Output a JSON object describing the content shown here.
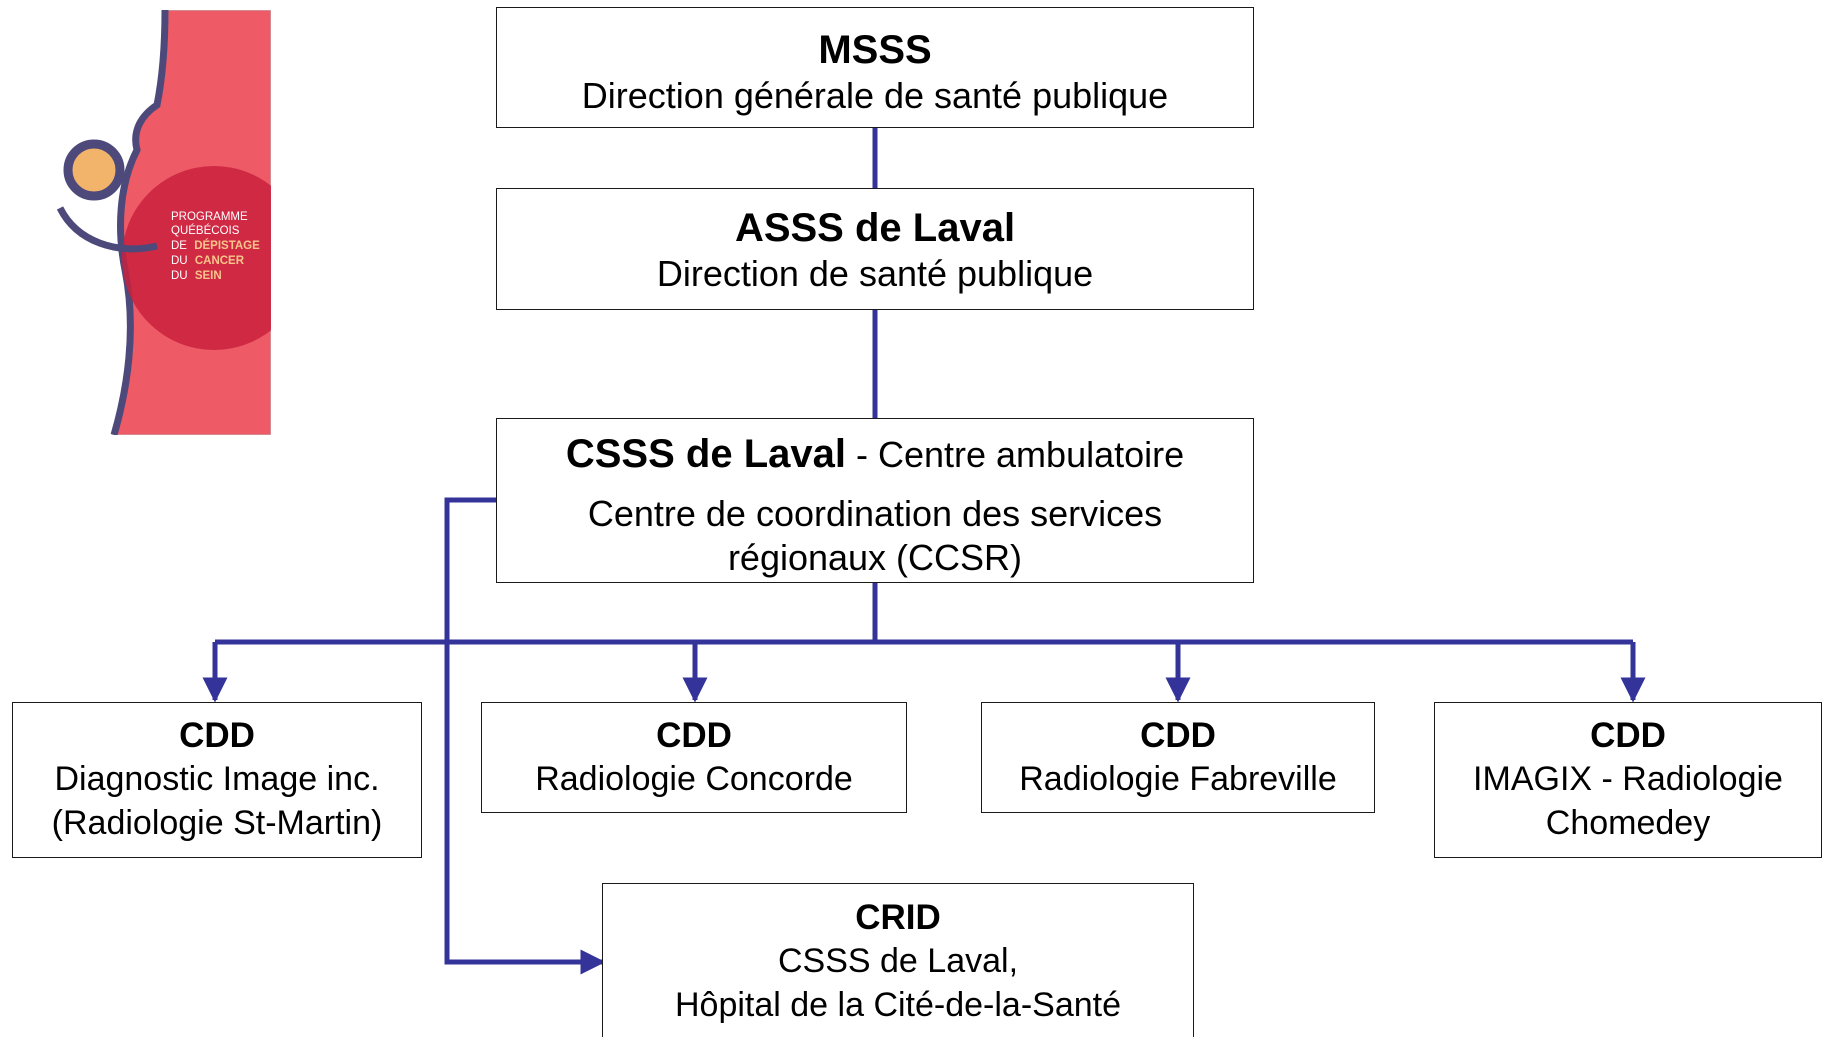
{
  "logo": {
    "lines": [
      "PROGRAMME",
      "QUÉBÉCOIS",
      "DE",
      "DÉPISTAGE",
      "DU",
      "CANCER",
      "DU",
      "SEIN"
    ]
  },
  "colors": {
    "connector": "#33339a",
    "border": "#1a1a1a",
    "logo_pink": "#ee5a66",
    "logo_red": "#c9213e",
    "logo_purple": "#4d4a7b",
    "logo_orange": "#f2b36b",
    "logo_white": "#ffffff"
  },
  "nodes": {
    "msss": {
      "title": "MSSS",
      "subtitle": "Direction générale de santé publique"
    },
    "asss": {
      "title": "ASSS de Laval",
      "subtitle": "Direction de santé publique"
    },
    "csss": {
      "title": "CSSS de Laval",
      "title_suffix": " - Centre ambulatoire",
      "line2": "Centre de coordination des services",
      "line3": "régionaux (CCSR)"
    },
    "cdd_stmartin": {
      "title": "CDD",
      "line1": "Diagnostic Image inc.",
      "line2": "(Radiologie St-Martin)"
    },
    "cdd_concorde": {
      "title": "CDD",
      "line1": "Radiologie Concorde"
    },
    "cdd_fabreville": {
      "title": "CDD",
      "line1": "Radiologie Fabreville"
    },
    "cdd_imagix": {
      "title": "CDD",
      "line1": "IMAGIX - Radiologie",
      "line2": "Chomedey"
    },
    "crid": {
      "title": "CRID",
      "line1": "CSSS de Laval,",
      "line2": "Hôpital de la Cité-de-la-Santé"
    }
  }
}
